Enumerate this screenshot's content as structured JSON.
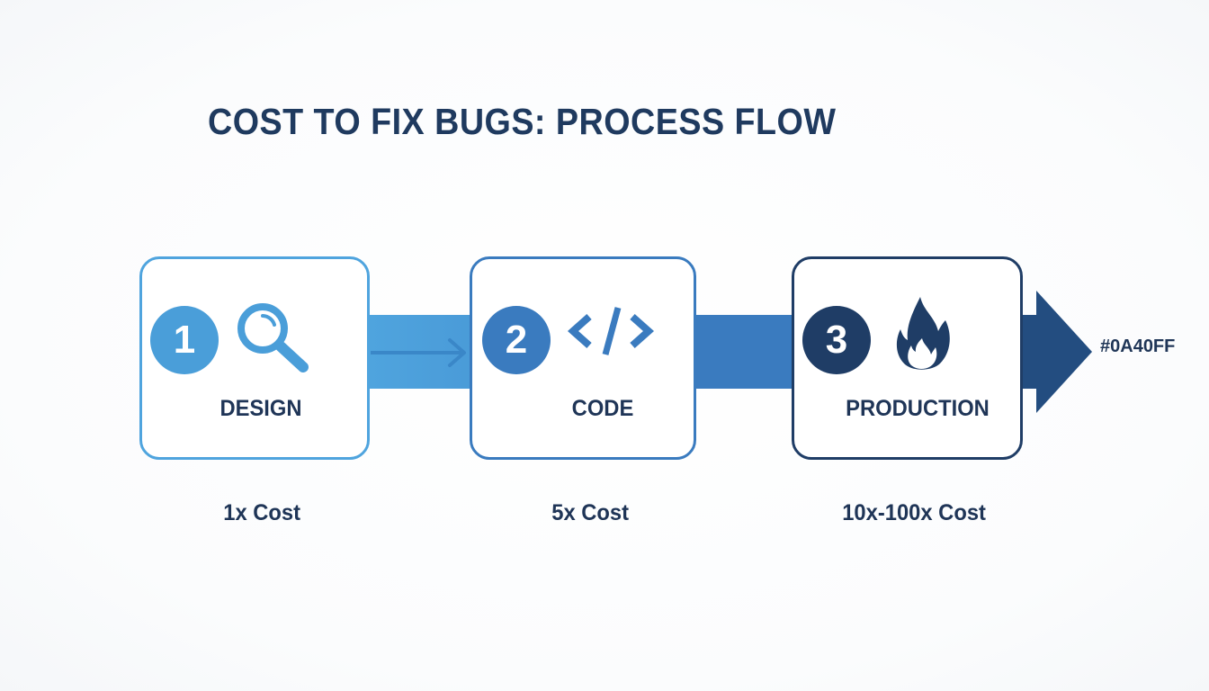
{
  "title": "COST TO FIX BUGS: PROCESS FLOW",
  "stages": [
    {
      "number": "1",
      "label": "DESIGN",
      "icon": "magnifier-icon",
      "cost": "1x Cost",
      "color": "#4a9ed9"
    },
    {
      "number": "2",
      "label": "CODE",
      "icon": "code-icon",
      "cost": "5x Cost",
      "color": "#3a7bbf"
    },
    {
      "number": "3",
      "label": "PRODUCTION",
      "icon": "fire-icon",
      "cost": "10x-100x Cost",
      "color": "#1f3d66"
    }
  ],
  "color_note": "#0A40FF"
}
